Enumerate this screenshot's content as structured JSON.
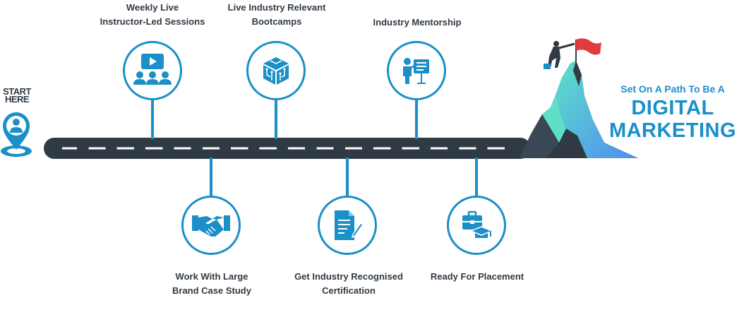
{
  "start_label": [
    "START",
    "HERE"
  ],
  "colors": {
    "accent": "#1a8fc8",
    "road": "#2f3a44",
    "mountain_teal": "#5ee0c8"
  },
  "milestones_top": [
    {
      "label": [
        "Weekly Live",
        "Instructor-Led Sessions"
      ],
      "icon": "video-training-icon"
    },
    {
      "label": [
        "Live Industry Relevant",
        "Bootcamps"
      ],
      "icon": "circuit-cube-icon"
    },
    {
      "label": [
        "Industry Mentorship"
      ],
      "icon": "presenter-board-icon"
    }
  ],
  "milestones_bottom": [
    {
      "label": [
        "Work With Large",
        "Brand Case Study"
      ],
      "icon": "handshake-icon"
    },
    {
      "label": [
        "Get Industry Recognised",
        "Certification"
      ],
      "icon": "certificate-document-icon"
    },
    {
      "label": [
        "Ready For Placement"
      ],
      "icon": "briefcase-graduation-icon"
    }
  ],
  "goal": {
    "line1": "Set On A Path To Be A",
    "line2": "DIGITAL",
    "line3": "MARKETING"
  }
}
